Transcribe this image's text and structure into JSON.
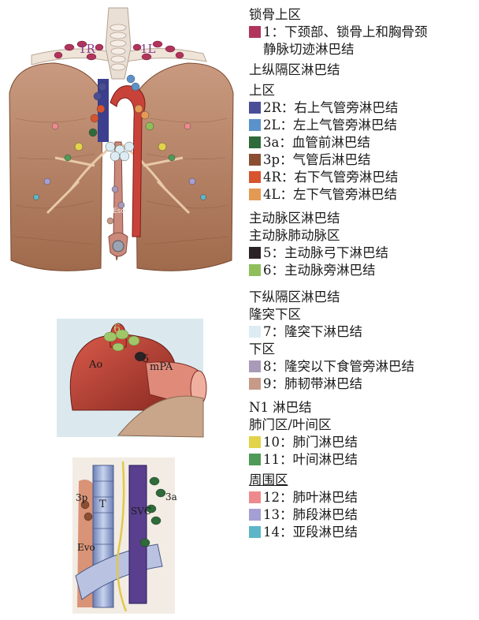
{
  "figure_labels": {
    "top": {
      "left_r": "1R",
      "left_l": "1L",
      "eso": "Eso"
    },
    "middle": {
      "ao": "Ao",
      "mpa": "mPA",
      "n5": "5",
      "n6": "6"
    },
    "bottom": {
      "n3p": "3p",
      "t": "T",
      "svc": "SVC",
      "n3a": "3a",
      "evo": "Evo"
    }
  },
  "legend": {
    "supraclavicular": {
      "heading": "锁骨上区",
      "items": [
        {
          "text": "1：下颈部、锁骨上和胸骨颈",
          "cont": "静脉切迹淋巴结",
          "color": "#b0345c"
        }
      ]
    },
    "upper_mediastinal": {
      "heading": "上纵隔区淋巴结",
      "sub": "上区",
      "items": [
        {
          "text": "2R：右上气管旁淋巴结",
          "color": "#4a4e97"
        },
        {
          "text": "2L：左上气管旁淋巴结",
          "color": "#5a92c9"
        },
        {
          "text": "3a：血管前淋巴结",
          "color": "#2f6a3a"
        },
        {
          "text": "3p：气管后淋巴结",
          "color": "#8a4e33"
        },
        {
          "text": "4R：右下气管旁淋巴结",
          "color": "#d7542f"
        },
        {
          "text": "4L：左下气管旁淋巴结",
          "color": "#e49a55"
        }
      ]
    },
    "aortic": {
      "heading": "主动脉区淋巴结",
      "sub": "主动脉肺动脉区",
      "items": [
        {
          "text": "5：主动脉弓下淋巴结",
          "color": "#2a2224"
        },
        {
          "text": "6：主动脉旁淋巴结",
          "color": "#8fbe5a"
        }
      ]
    },
    "lower_mediastinal": {
      "heading": "下纵隔区淋巴结",
      "sub1": "隆突下区",
      "items1": [
        {
          "text": "7：隆突下淋巴结",
          "color": "#dcecf2"
        }
      ],
      "sub2": "下区",
      "items2": [
        {
          "text": "8：隆突以下食管旁淋巴结",
          "color": "#a89ab8"
        },
        {
          "text": "9：肺韧带淋巴结",
          "color": "#c69a86"
        }
      ]
    },
    "n1": {
      "heading": "N1 淋巴结",
      "sub1": "肺门区/叶间区",
      "items1": [
        {
          "text": "10：肺门淋巴结",
          "color": "#e2d34a"
        },
        {
          "text": "11：叶间淋巴结",
          "color": "#4e9a56"
        }
      ],
      "sub2": "周围区",
      "items2": [
        {
          "text": "12：肺叶淋巴结",
          "color": "#ee8a8e"
        },
        {
          "text": "13：肺段淋巴结",
          "color": "#a59fd4"
        },
        {
          "text": "14：亚段淋巴结",
          "color": "#5cb6c8"
        }
      ]
    }
  }
}
